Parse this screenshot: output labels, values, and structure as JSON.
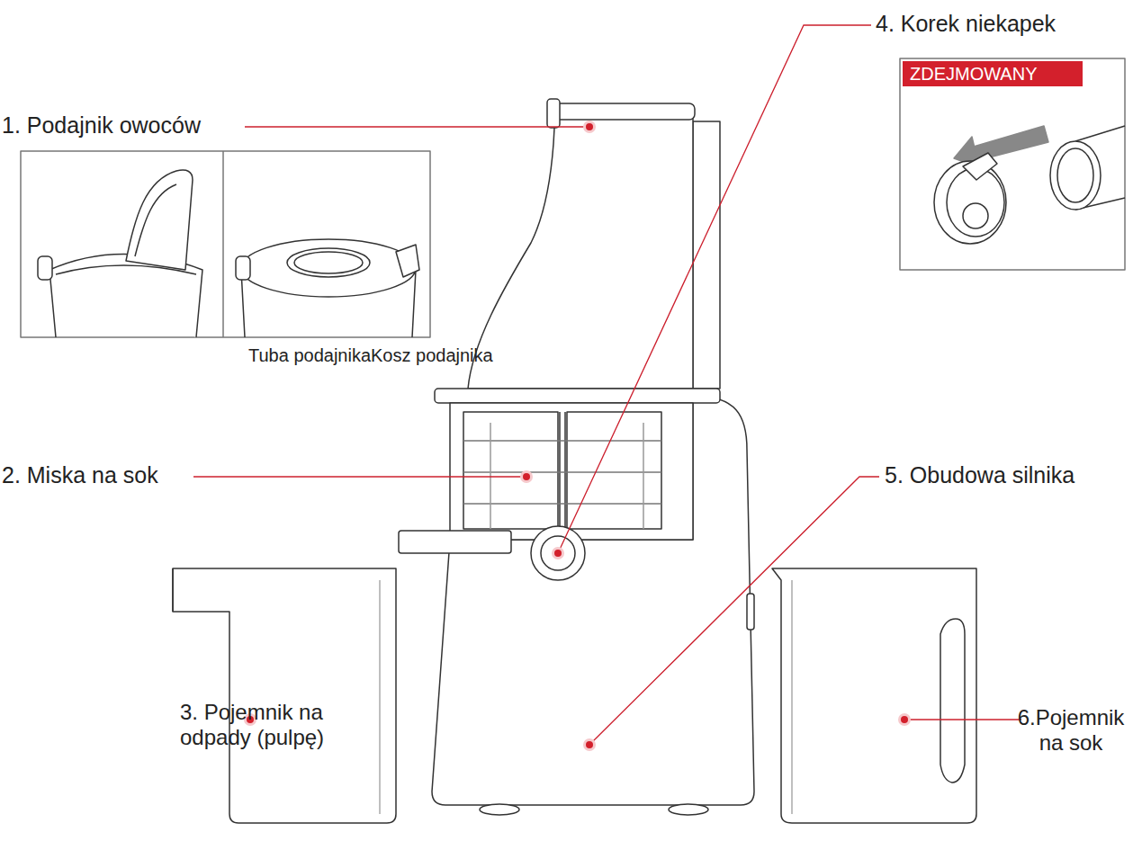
{
  "diagram": {
    "nodes": [
      {
        "text": [
          "ZDEJMOWANY"
        ]
      }
    ],
    "labels": [
      "1. Podajnik owoców",
      "Tuba podajnikaKosz podajnika",
      "2. Miska na sok",
      "3. Pojemnik na odpady (pulpę)",
      "4. Korek niekapek",
      "5. Obudowa silnika",
      "6.Pojemnik na sok"
    ]
  }
}
